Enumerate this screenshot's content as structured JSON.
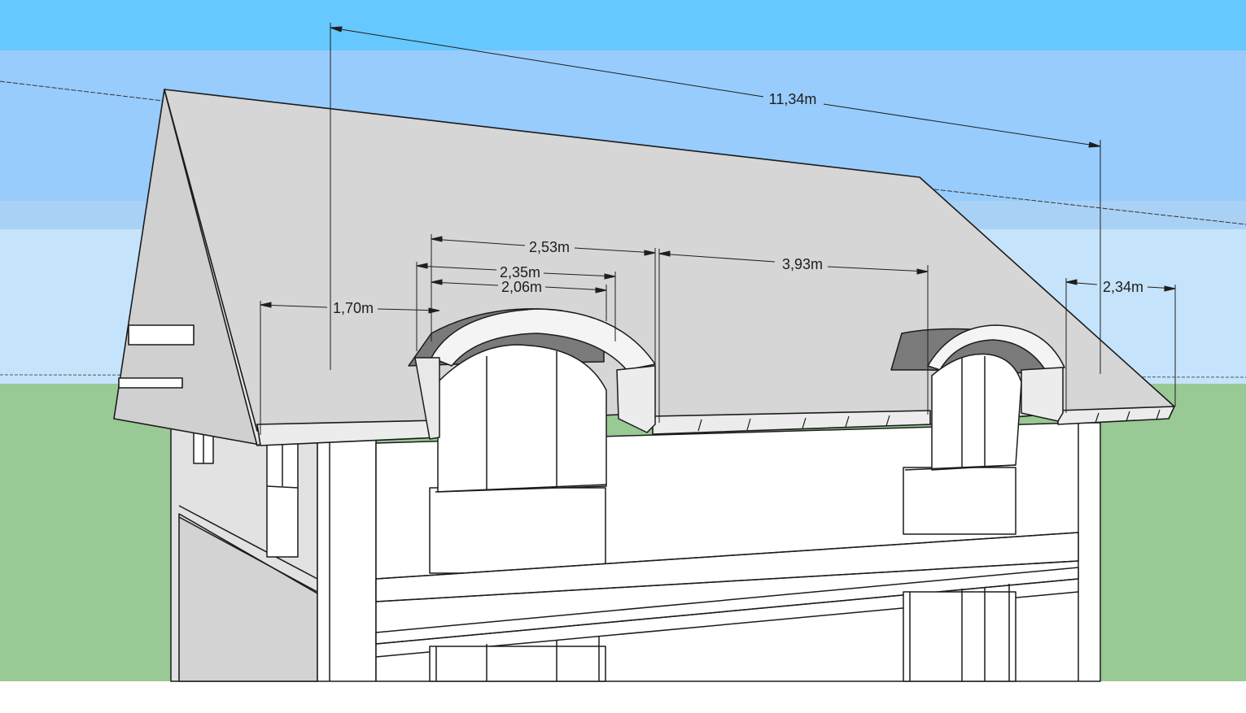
{
  "scene": {
    "colors": {
      "sky_top": "#66c8fe",
      "sky_mid": "#98ccfc",
      "sky_low": "#c5e4fb",
      "ground": "#99c994",
      "roof": "#d6d6d6",
      "wall": "#ffffff",
      "wall_shade": "#e2e2e2",
      "line": "#1b1b1b"
    },
    "objects": {
      "house": "house",
      "roof": "gable-roof",
      "dormer_left": "arched-dormer-left",
      "dormer_right": "arched-dormer-right"
    }
  },
  "dimensions": [
    {
      "id": "overall-roof-length",
      "label": "11,34m"
    },
    {
      "id": "dormer-outer-width",
      "label": "2,53m"
    },
    {
      "id": "dormer-mid-width",
      "label": "2,35m"
    },
    {
      "id": "dormer-window-width",
      "label": "2,06m"
    },
    {
      "id": "gable-to-dormer",
      "label": "1,70m"
    },
    {
      "id": "dormer-spacing",
      "label": "3,93m"
    },
    {
      "id": "dormer-to-edge",
      "label": "2,34m"
    }
  ]
}
